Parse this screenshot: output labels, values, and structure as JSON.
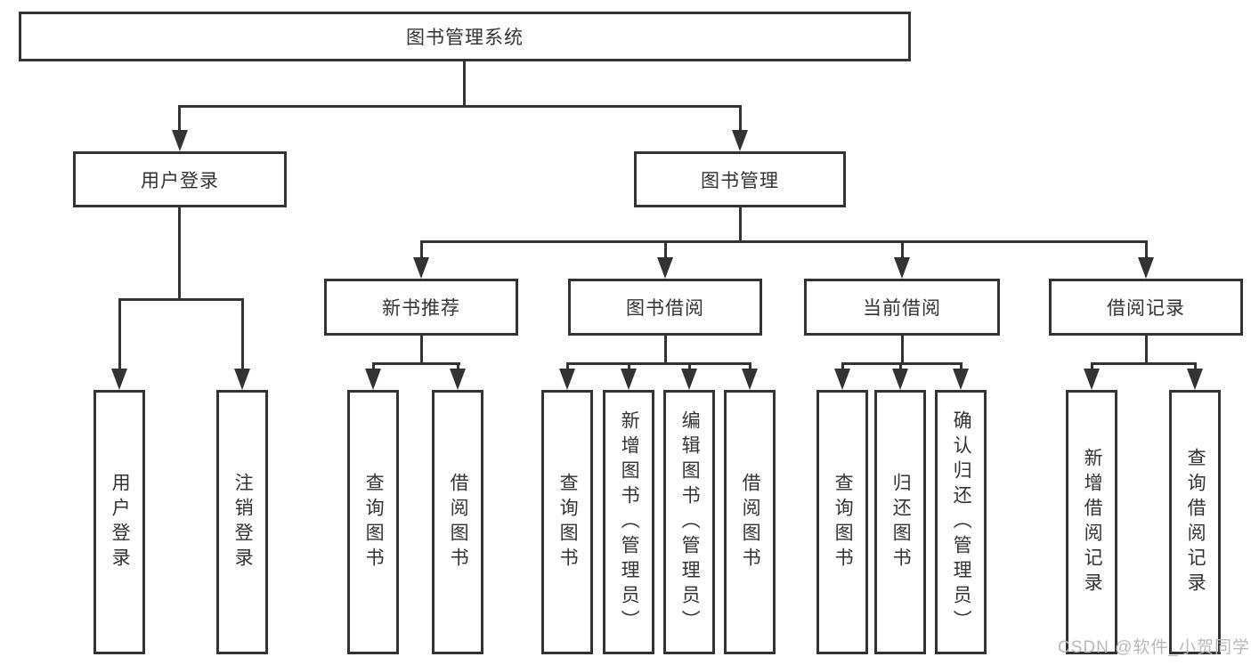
{
  "diagram": {
    "type": "tree",
    "line_color": "#333333",
    "box_background": "#ffffff",
    "root": {
      "label": "图书管理系统"
    },
    "branches": [
      {
        "label": "用户登录",
        "children": [
          {
            "label": "用户登录"
          },
          {
            "label": "注销登录"
          }
        ]
      },
      {
        "label": "图书管理",
        "children": [
          {
            "label": "新书推荐",
            "children": [
              {
                "label": "查询图书"
              },
              {
                "label": "借阅图书"
              }
            ]
          },
          {
            "label": "图书借阅",
            "children": [
              {
                "label": "查询图书"
              },
              {
                "label": "新增图书（管理员）"
              },
              {
                "label": "编辑图书（管理员）"
              },
              {
                "label": "借阅图书"
              }
            ]
          },
          {
            "label": "当前借阅",
            "children": [
              {
                "label": "查询图书"
              },
              {
                "label": "归还图书"
              },
              {
                "label": "确认归还（管理员）"
              }
            ]
          },
          {
            "label": "借阅记录",
            "children": [
              {
                "label": "新增借阅记录"
              },
              {
                "label": "查询借阅记录"
              }
            ]
          }
        ]
      }
    ]
  },
  "watermark": {
    "text": "CSDN @软件_小贺同学",
    "color": "#b9b9b9"
  }
}
